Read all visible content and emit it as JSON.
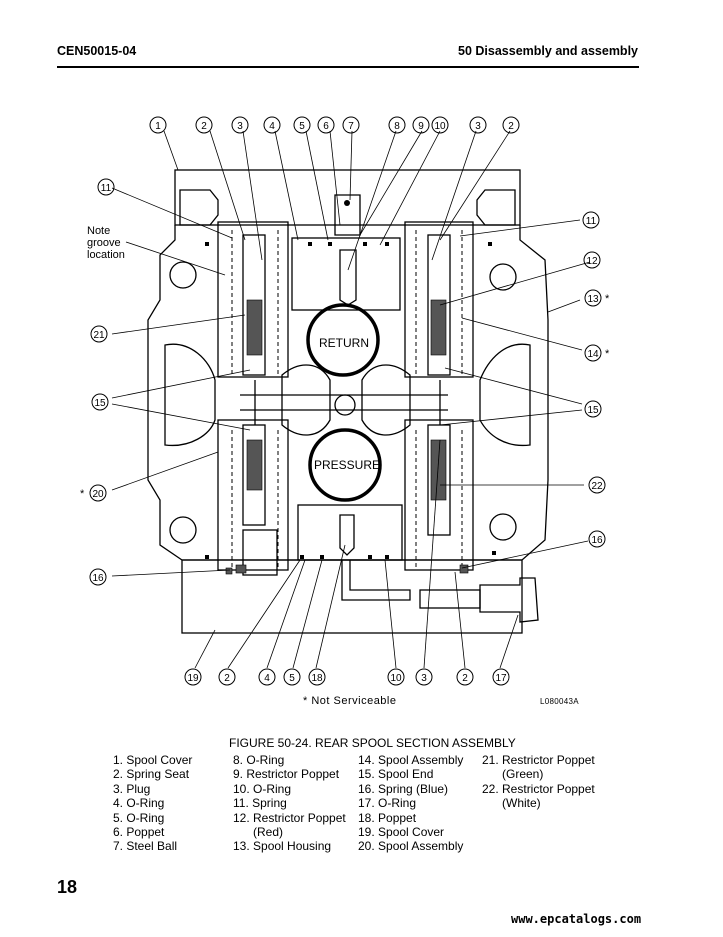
{
  "header": {
    "doc_code": "CEN50015-04",
    "section": "50 Disassembly and assembly"
  },
  "diagram": {
    "callouts": [
      "1",
      "2",
      "3",
      "4",
      "5",
      "6",
      "7",
      "8",
      "9",
      "10",
      "11",
      "12",
      "13",
      "14",
      "15",
      "16",
      "17",
      "18",
      "19",
      "20",
      "21",
      "22"
    ],
    "note_lines": [
      "Note",
      "groove",
      "location"
    ],
    "return_label": "RETURN",
    "pressure_label": "PRESSURE",
    "asterisk": "*",
    "not_serviceable": "* Not  Serviceable",
    "figure_code": "L080043A"
  },
  "caption": "FIGURE 50-24. REAR SPOOL SECTION ASSEMBLY",
  "legend": {
    "col1": [
      "1. Spool Cover",
      "2. Spring Seat",
      "3. Plug",
      "4. O-Ring",
      "5. O-Ring",
      "6. Poppet",
      "7. Steel Ball"
    ],
    "col2": [
      "8. O-Ring",
      "9. Restrictor Poppet",
      "10. O-Ring",
      "11. Spring",
      "12. Restrictor Poppet",
      "(Red)",
      "13. Spool Housing"
    ],
    "col3": [
      "14. Spool Assembly",
      "15. Spool End",
      "16. Spring (Blue)",
      "17. O-Ring",
      "18. Poppet",
      "19. Spool Cover",
      "20. Spool Assembly"
    ],
    "col4": [
      "21. Restrictor Poppet",
      "(Green)",
      "22. Restrictor Poppet",
      "(White)"
    ]
  },
  "page_number": "18",
  "watermark": "www.epcatalogs.com"
}
